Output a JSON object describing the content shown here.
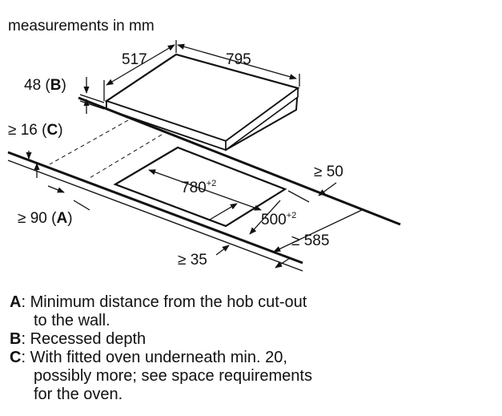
{
  "title": "measurements in mm",
  "dims": {
    "depth_hob": "517",
    "width_hob": "795",
    "recess": "48",
    "recess_key": "B",
    "min_oven": "≥ 16",
    "min_oven_key": "C",
    "min_wall": "≥ 90",
    "min_wall_key": "A",
    "cutout_width": "780",
    "cutout_width_tol": "+2",
    "cutout_depth": "500",
    "cutout_depth_tol": "+2",
    "min_right": "≥ 50",
    "min_worktop": "≥ 585",
    "min_front": "≥ 35"
  },
  "legend": [
    {
      "key": "A",
      "sep": ": ",
      "lines": [
        "Minimum distance from the hob cut-out",
        "to the wall."
      ]
    },
    {
      "key": "B",
      "sep": ": ",
      "lines": [
        "Recessed depth"
      ]
    },
    {
      "key": "C",
      "sep": ": ",
      "lines": [
        "With fitted oven underneath min. 20,",
        "possibly more; see space requirements",
        "for the oven."
      ]
    }
  ],
  "colors": {
    "ink": "#111111",
    "background": "#ffffff"
  }
}
